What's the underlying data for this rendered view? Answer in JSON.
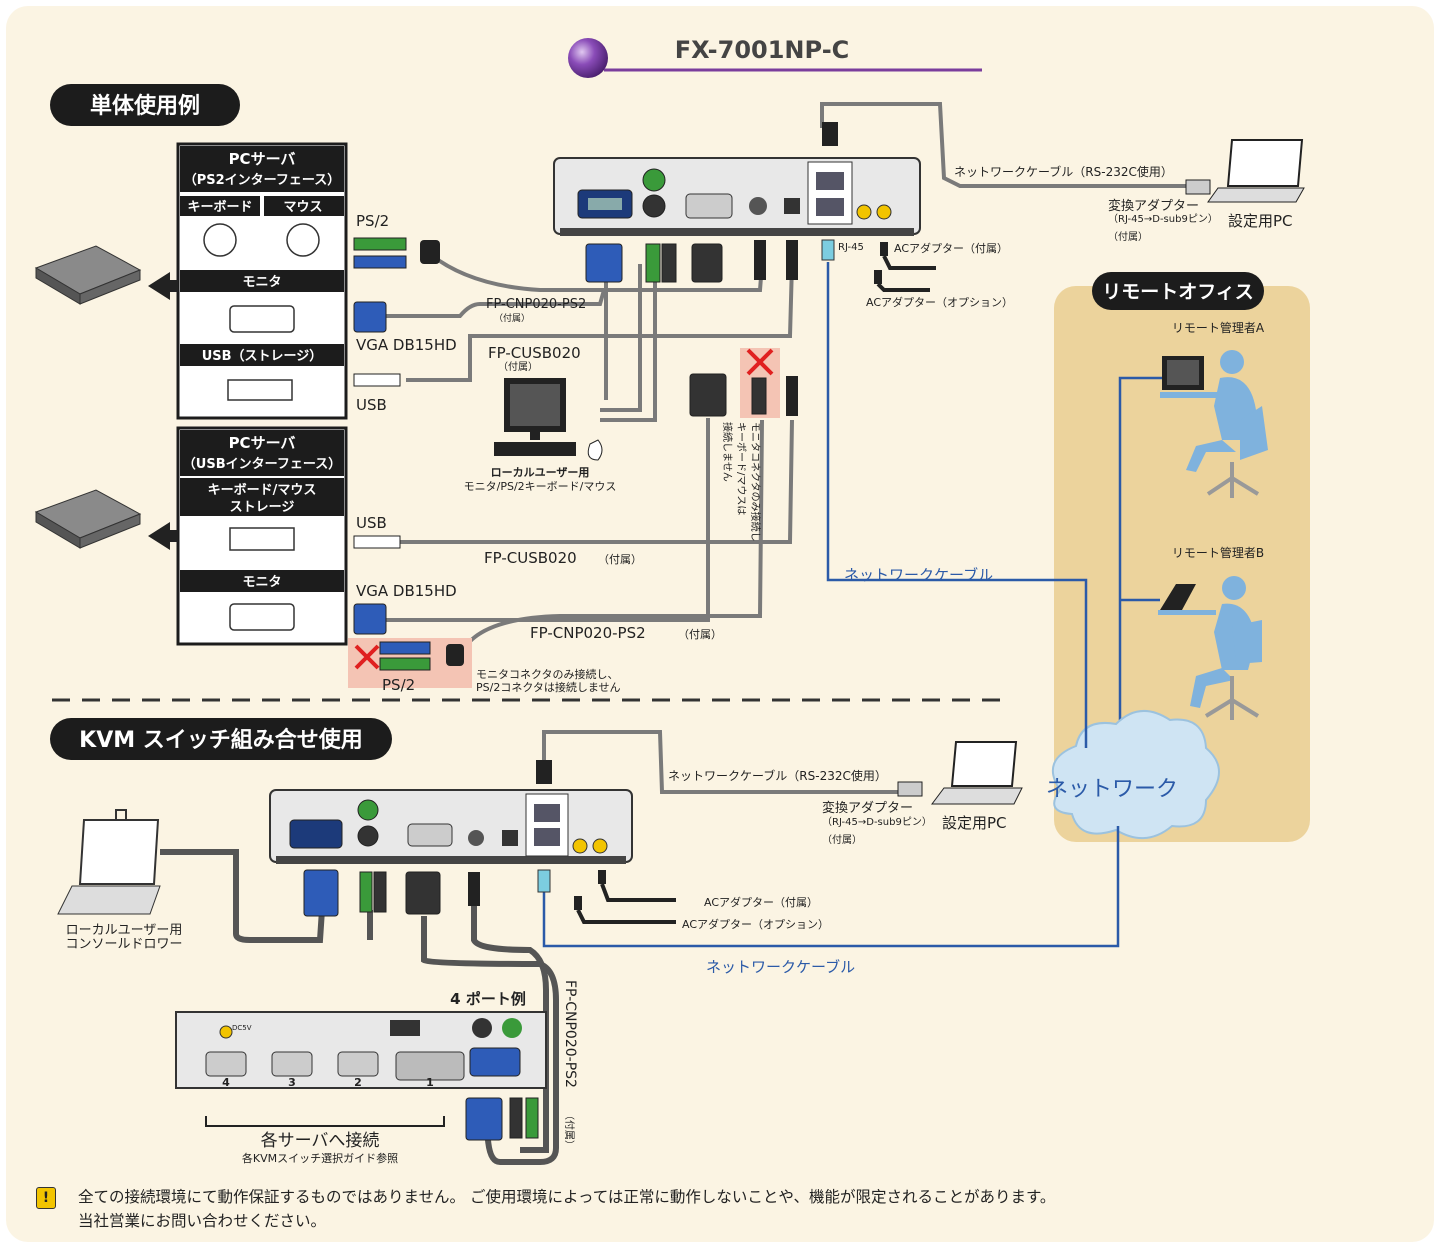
{
  "title": "FX-7001NP-C",
  "section1_title": "単体使用例",
  "section2_title": "KVM スイッチ組み合せ使用",
  "remote_office": {
    "title": "リモートオフィス",
    "admin_a": "リモート管理者A",
    "admin_b": "リモート管理者B",
    "network": "ネットワーク"
  },
  "ps2_server": {
    "title": "PCサーバ",
    "subtitle": "（PS2インターフェース）",
    "keyboard": "キーボード",
    "mouse": "マウス",
    "monitor": "モニタ",
    "usb": "USB（ストレージ）"
  },
  "usb_server": {
    "title": "PCサーバ",
    "subtitle": "（USBインターフェース）",
    "kbms": "キーボード/マウス",
    "storage": "ストレージ",
    "monitor": "モニタ"
  },
  "labels": {
    "ps2": "PS/2",
    "vga": "VGA DB15HD",
    "usb": "USB",
    "usb2": "USB",
    "vga2": "VGA DB15HD",
    "ps2_bottom": "PS/2",
    "cnp_ps2": "FP-CNP020-PS2",
    "cnp_ps2_note": "（付属）",
    "cusb": "FP-CUSB020",
    "cusb_note": "（付属）",
    "cusb2": "FP-CUSB020",
    "cusb2_note": "（付属）",
    "cnp_ps2_2": "FP-CNP020-PS2",
    "cnp_ps2_2_note": "（付属）",
    "local_user_1": "ローカルユーザー用",
    "local_user_2": "モニタ/PS/2キーボード/マウス",
    "vertical_note_1": "モニタコネクタのみ接続し",
    "vertical_note_2": "キーボード/マウスは",
    "vertical_note_3": "接続しません",
    "monitor_only_1": "モニタコネクタのみ接続し、",
    "monitor_only_2": "PS/2コネクタは接続しません",
    "rs232c": "ネットワークケーブル（RS-232C使用）",
    "adapter": "変換アダプター",
    "adapter_spec": "（RJ-45→D-sub9ピン）",
    "adapter_note": "（付属）",
    "setup_pc": "設定用PC",
    "rj45": "RJ-45",
    "ac_included": "ACアダプター（付属）",
    "ac_option": "ACアダプター（オプション）",
    "network_cable": "ネットワークケーブル",
    "rs232c_2": "ネットワークケーブル（RS-232C使用）",
    "adapter_2": "変換アダプター",
    "adapter_spec_2": "（RJ-45→D-sub9ピン）",
    "adapter_note_2": "（付属）",
    "setup_pc_2": "設定用PC",
    "ac_included_2": "ACアダプター（付属）",
    "ac_option_2": "ACアダプター（オプション）",
    "network_cable_2": "ネットワークケーブル",
    "console_drawer_1": "ローカルユーザー用",
    "console_drawer_2": "コンソールドロワー",
    "port_example": "4 ポート例",
    "cnp_vertical": "FP-CNP020-PS2",
    "cnp_vertical_note": "（付属）",
    "connect_servers": "各サーバへ接続",
    "guide_ref": "各KVMスイッチ選択ガイド参照",
    "port4": "4",
    "port3": "3",
    "port2": "2",
    "port1": "1",
    "dc5v": "DC5V"
  },
  "footer": {
    "line1": "全ての接続環境にて動作保証するものではありません。 ご使用環境によっては正常に動作しないことや、機能が限定されることがあります。",
    "line2": "当社営業にお問い合わせください。"
  },
  "colors": {
    "background": "#fbf4e3",
    "title_purple": "#7a3d9c",
    "badge_black": "#1c1c1c",
    "remote_panel": "#ecd39c",
    "network_blue": "#2b5aa8",
    "cable_grey": "#7a7a7a",
    "cross_red": "#e02020",
    "vga_blue": "#2e5cb8",
    "ps2_green": "#3a9a3a",
    "person_blue": "#7fb2dd",
    "cloud_blue": "#cfe4f3"
  }
}
